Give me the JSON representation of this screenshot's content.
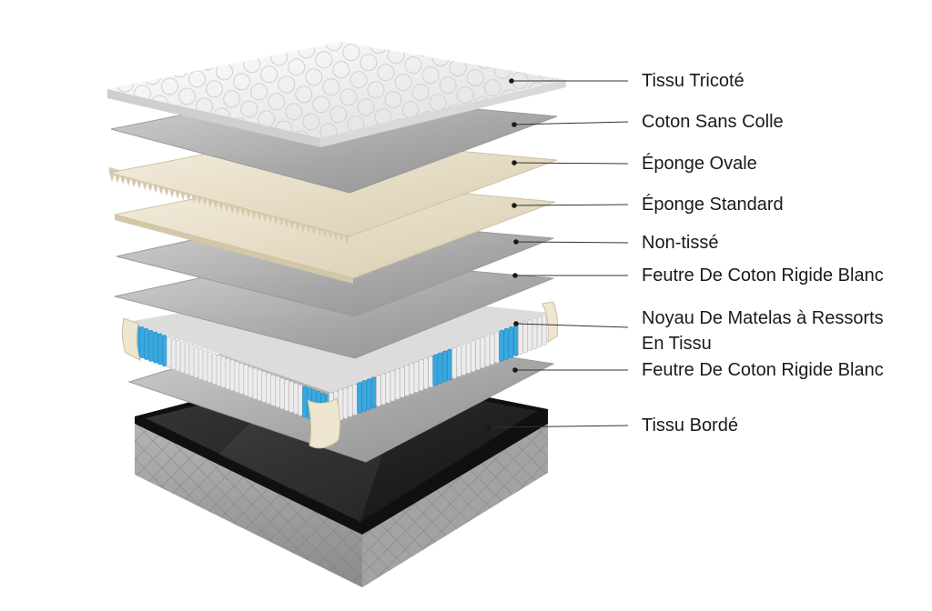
{
  "diagram": {
    "layers": [
      {
        "id": "tricote",
        "label": "Tissu Tricoté"
      },
      {
        "id": "coton",
        "label": "Coton Sans Colle"
      },
      {
        "id": "ovale",
        "label": "Éponge Ovale"
      },
      {
        "id": "standard",
        "label": "Éponge Standard"
      },
      {
        "id": "nontisse",
        "label": "Non-tissé"
      },
      {
        "id": "feutre1",
        "label": "Feutre De Coton Rigide Blanc"
      },
      {
        "id": "noyau",
        "label": "Noyau De Matelas à Ressorts",
        "label2": "En Tissu"
      },
      {
        "id": "feutre2",
        "label": "Feutre De Coton Rigide Blanc"
      },
      {
        "id": "borde",
        "label": "Tissu Bordé"
      }
    ]
  },
  "colors": {
    "quilt": "#f2f2f2",
    "gray_sheet": "#a9a9a9",
    "foam": "#e6dcc4",
    "spring_white": "#e8e8e8",
    "spring_blue": "#3aa8e0",
    "frame_black": "#1c1c1c",
    "border_fabric": "#9a9a9a",
    "leader_line": "#333333"
  }
}
